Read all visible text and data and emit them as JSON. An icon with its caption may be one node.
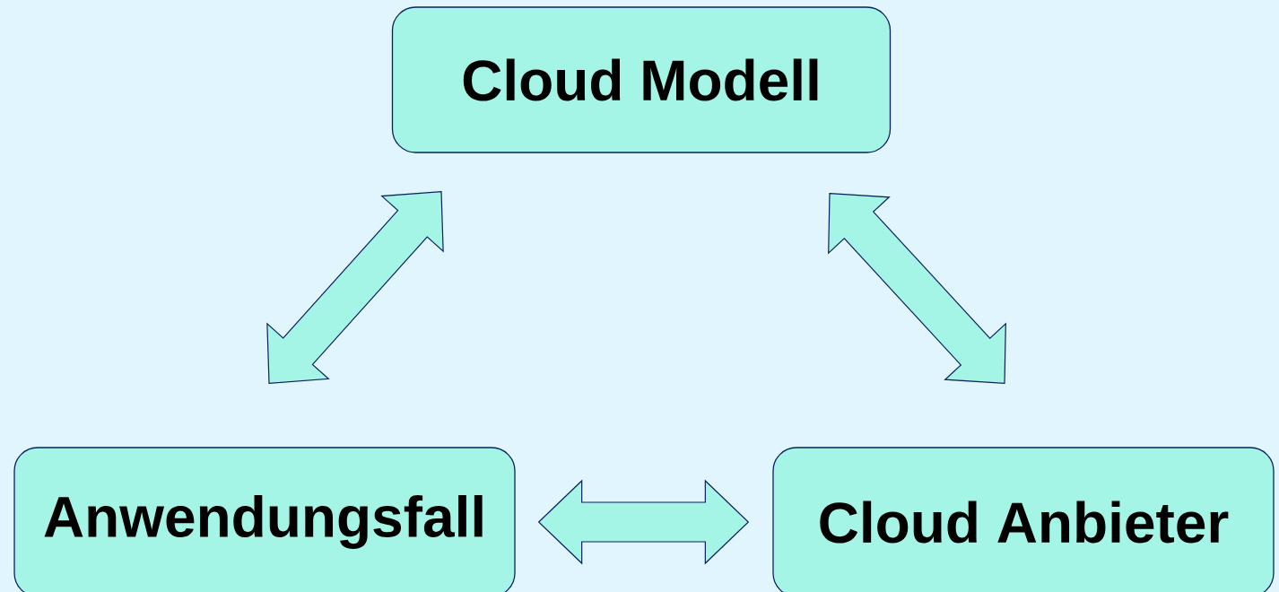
{
  "diagram": {
    "nodes": [
      {
        "text": [
          "Cloud Modell"
        ]
      },
      {
        "text": [
          "Anwendungsfall"
        ]
      },
      {
        "text": [
          "Cloud Anbieter"
        ]
      }
    ],
    "edges": [
      {
        "from": 1,
        "to": 0,
        "arrow": "both"
      },
      {
        "from": 0,
        "to": 2,
        "arrow": "both"
      },
      {
        "from": 1,
        "to": 2,
        "arrow": "both"
      }
    ]
  }
}
